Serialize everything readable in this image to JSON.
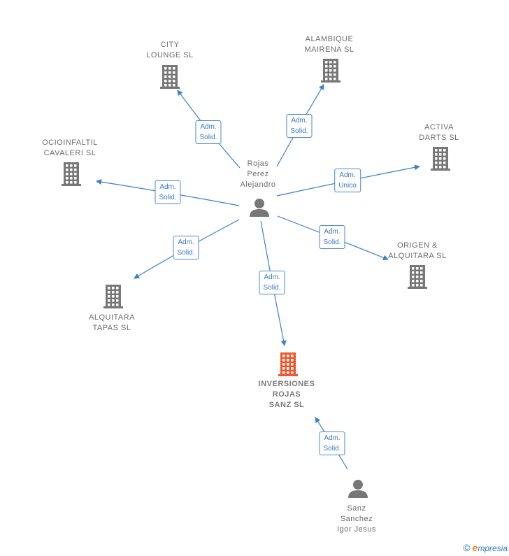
{
  "nodes": [
    {
      "id": "city_lounge",
      "kind": "company",
      "lines": [
        "CITY",
        "LOUNGE  SL"
      ]
    },
    {
      "id": "alambique",
      "kind": "company",
      "lines": [
        "ALAMBIQUE",
        "MAIRENA  SL"
      ]
    },
    {
      "id": "activa_darts",
      "kind": "company",
      "lines": [
        "ACTIVA",
        "DARTS  SL"
      ]
    },
    {
      "id": "ocioinfaltil",
      "kind": "company",
      "lines": [
        "OCIOINFALTIL",
        "CAVALERI  SL"
      ]
    },
    {
      "id": "origen",
      "kind": "company",
      "lines": [
        "ORIGEN &",
        "ALQUITARA  SL"
      ]
    },
    {
      "id": "alquitara_tapas",
      "kind": "company",
      "lines": [
        "ALQUITARA",
        "TAPAS  SL"
      ]
    },
    {
      "id": "inversiones",
      "kind": "company-focus",
      "lines": [
        "INVERSIONES",
        "ROJAS",
        "SANZ  SL"
      ]
    },
    {
      "id": "rojas",
      "kind": "person",
      "lines": [
        "Rojas",
        "Perez",
        "Alejandro"
      ]
    },
    {
      "id": "sanz",
      "kind": "person",
      "lines": [
        "Sanz",
        "Sanchez",
        "Igor Jesus"
      ]
    }
  ],
  "edges": [
    {
      "from": "rojas",
      "to": "city_lounge",
      "label": [
        "Adm.",
        "Solid."
      ]
    },
    {
      "from": "rojas",
      "to": "alambique",
      "label": [
        "Adm.",
        "Solid."
      ]
    },
    {
      "from": "rojas",
      "to": "activa_darts",
      "label": [
        "Adm.",
        "Unico"
      ]
    },
    {
      "from": "rojas",
      "to": "ocioinfaltil",
      "label": [
        "Adm.",
        "Solid."
      ]
    },
    {
      "from": "rojas",
      "to": "origen",
      "label": [
        "Adm.",
        "Solid."
      ]
    },
    {
      "from": "rojas",
      "to": "alquitara_tapas",
      "label": [
        "Adm.",
        "Solid."
      ]
    },
    {
      "from": "rojas",
      "to": "inversiones",
      "label": [
        "Adm.",
        "Solid."
      ]
    },
    {
      "from": "sanz",
      "to": "inversiones",
      "label": [
        "Adm.",
        "Solid."
      ]
    }
  ],
  "colors": {
    "edge": "#3a7fd0",
    "company_icon": "#777777",
    "focus_icon": "#f0562a",
    "person_icon": "#777777",
    "label_border": "#4a86c8",
    "label_text": "#3a78c0"
  },
  "icons": {
    "company": "building-icon",
    "person": "person-icon"
  },
  "footer": {
    "copyright": "©",
    "brand_initial": "e",
    "brand_rest": "mpresia"
  }
}
